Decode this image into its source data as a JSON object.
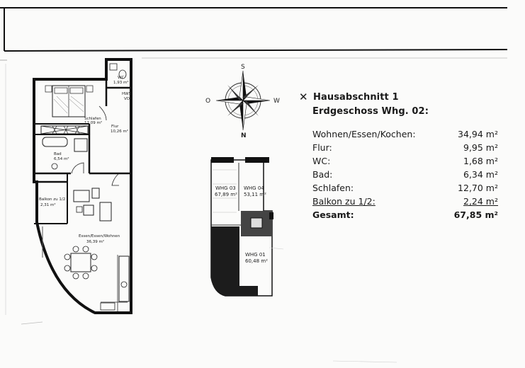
{
  "floorplan": {
    "rooms": [
      {
        "name": "WC",
        "area": "1,93 m²"
      },
      {
        "name": "HWS",
        "sub": "VO"
      },
      {
        "name": "Schlafen",
        "area": "12,09 m²"
      },
      {
        "name": "Flur",
        "area": "10,26 m²"
      },
      {
        "name": "Bad",
        "area": "6,54 m²"
      },
      {
        "name": "Balkon zu 1/2",
        "area": "2,31 m²"
      },
      {
        "name": "Essen/Essen/Wohnen",
        "area": "36,39 m²"
      }
    ]
  },
  "compass": {
    "north": "N",
    "south": "S",
    "east": "O",
    "west": "W"
  },
  "site_plan": {
    "units": [
      {
        "name": "WHG 03",
        "area": "67,89 m²"
      },
      {
        "name": "WHG 04",
        "area": "53,11 m²"
      },
      {
        "name": "WHG 01",
        "area": "60,48 m²"
      }
    ]
  },
  "info": {
    "close_mark": "✕",
    "title": "Hausabschnitt 1",
    "subtitle": "Erdgeschoss Whg. 02:",
    "rows": [
      {
        "label": "Wohnen/Essen/Kochen:",
        "value": "34,94 m²"
      },
      {
        "label": "Flur:",
        "value": "9,95 m²"
      },
      {
        "label": "WC:",
        "value": "1,68 m²"
      },
      {
        "label": "Bad:",
        "value": "6,34 m²"
      },
      {
        "label": "Schlafen:",
        "value": "12,70 m²"
      },
      {
        "label": "Balkon zu 1/2:",
        "value": "2,24 m²"
      }
    ],
    "total": {
      "label": "Gesamt:",
      "value": "67,85 m²"
    }
  }
}
